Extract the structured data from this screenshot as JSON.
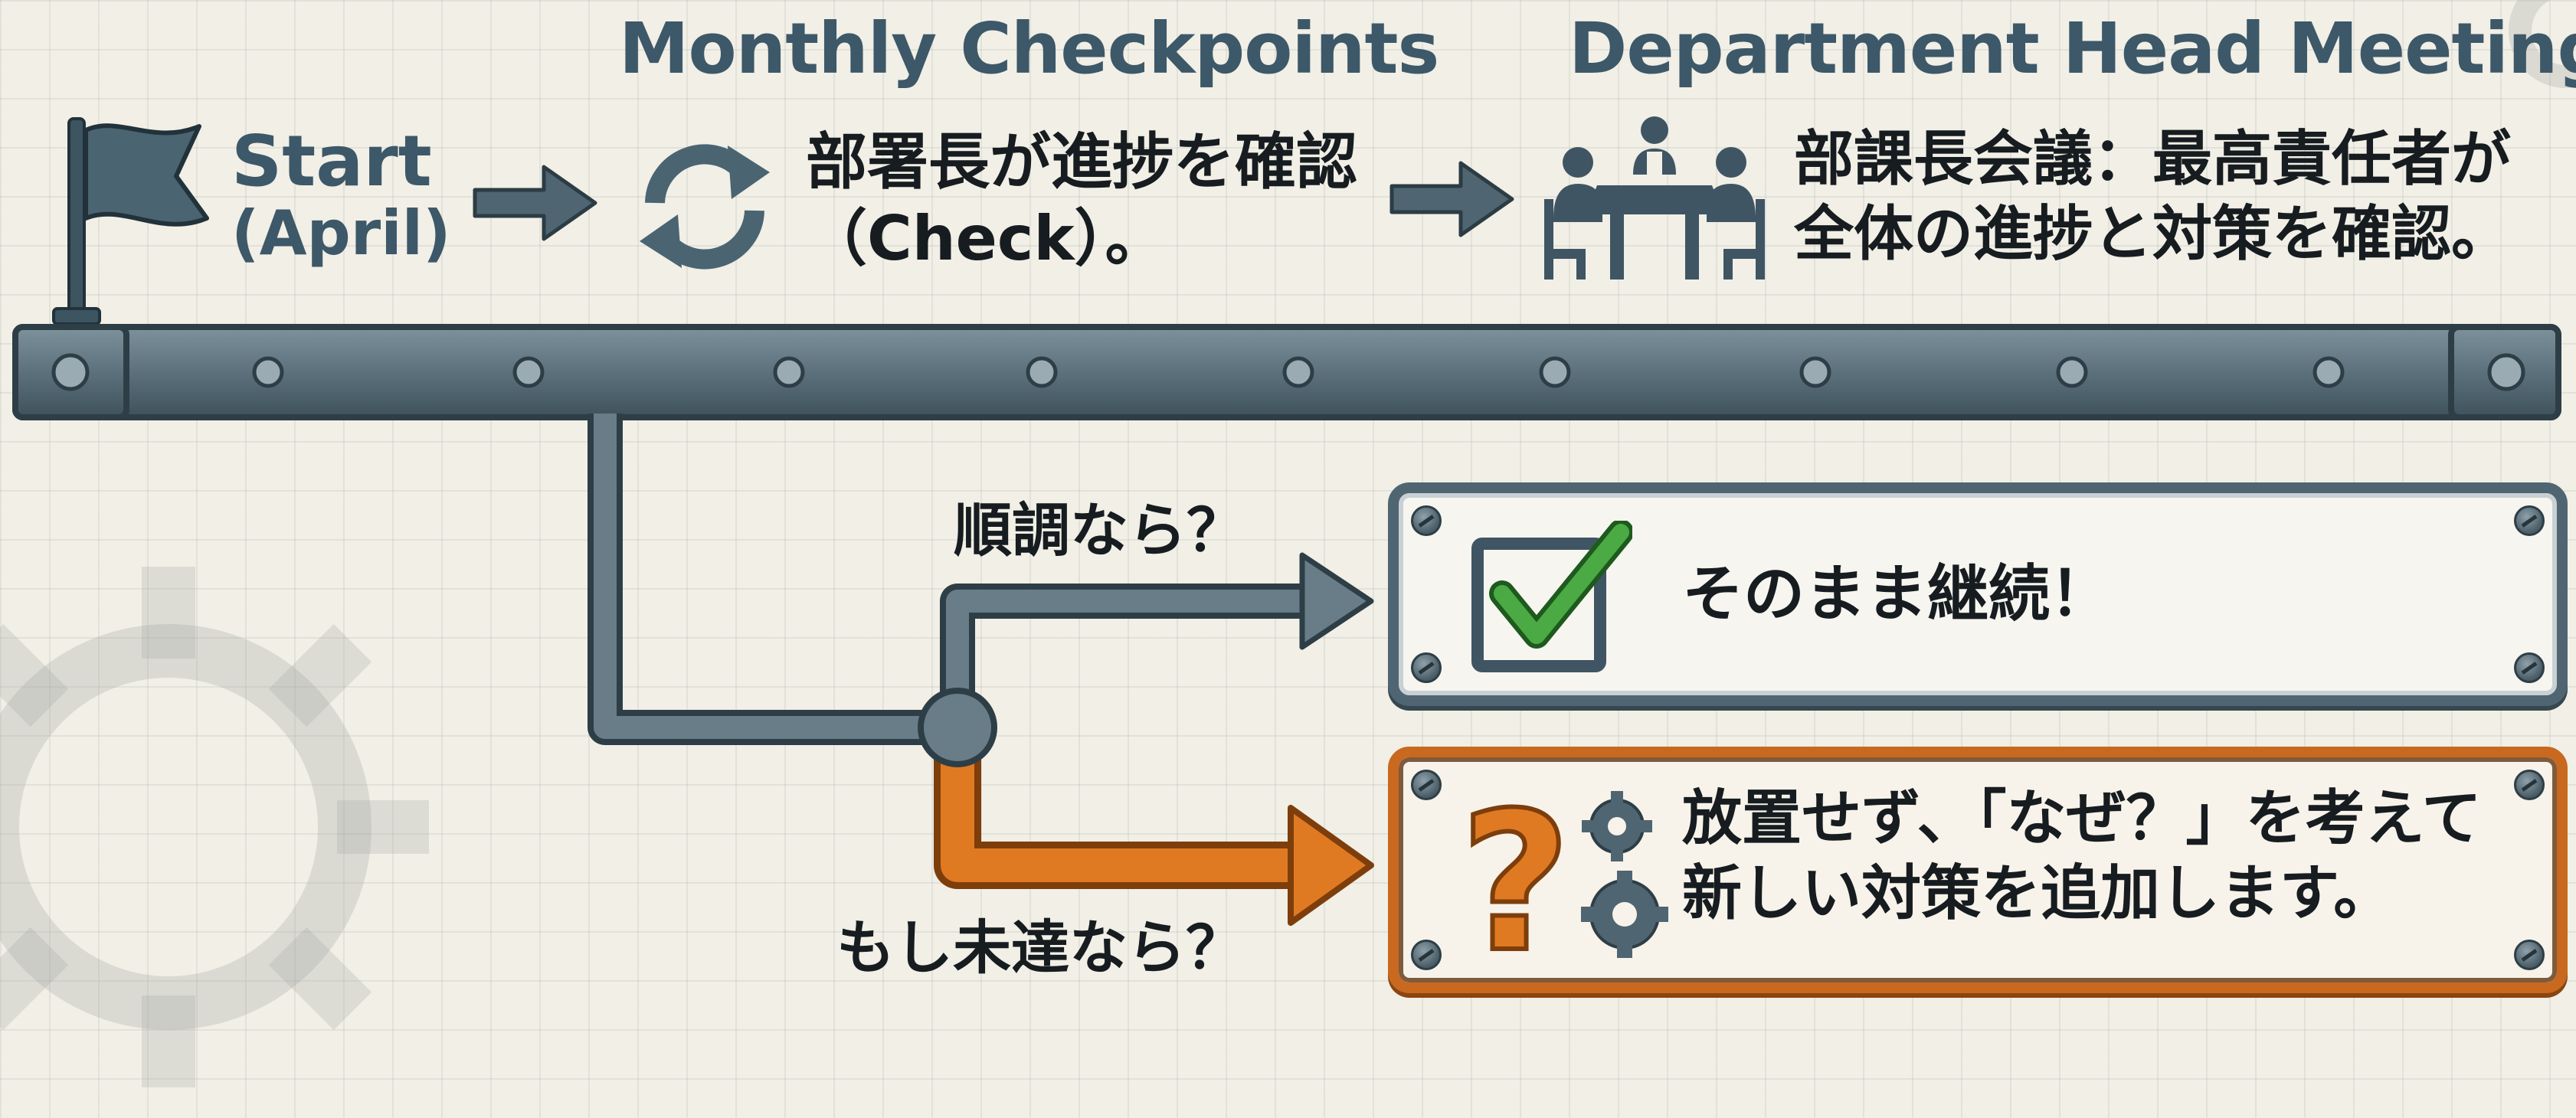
{
  "headings": {
    "monthly": "Monthly Checkpoints",
    "meeting": "Department Head Meeting"
  },
  "start": {
    "line1": "Start",
    "line2": "(April)"
  },
  "checkpoint": {
    "line1": "部署長が進捗を確認",
    "line2": "（Check）。"
  },
  "meeting": {
    "line1": "部課長会議：最高責任者が",
    "line2": "全体の進捗と対策を確認。"
  },
  "branches": {
    "ok_question": "順調なら？",
    "ng_question": "もし未達なら？"
  },
  "outcomes": {
    "ok_text": "そのまま継続！",
    "ng_line1": "放置せず、「なぜ？」を考えて",
    "ng_line2": "新しい対策を追加します。"
  },
  "colors": {
    "steel": "#4f6572",
    "heading": "#3d5868",
    "orange": "#d9731f",
    "check_green": "#3f9a3a"
  },
  "icons": [
    "flag-icon",
    "cycle-icon",
    "meeting-icon",
    "checkbox-icon",
    "question-gear-icon"
  ]
}
